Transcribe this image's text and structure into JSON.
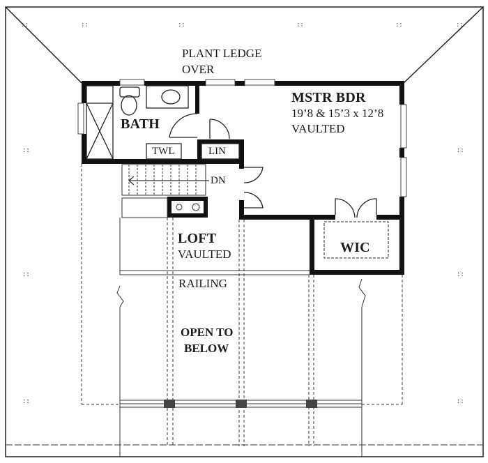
{
  "plan": {
    "type": "floor plan - upper level",
    "colors": {
      "wall": "#111111",
      "line": "#222222",
      "dashed": "#333333",
      "background": "#ffffff"
    }
  },
  "notes": {
    "plant_ledge_line1": "PLANT LEDGE",
    "plant_ledge_line2": "OVER",
    "railing": "RAILING",
    "open_to_below_line1": "OPEN TO",
    "open_to_below_line2": "BELOW"
  },
  "rooms": {
    "bath": {
      "name": "BATH"
    },
    "towel": {
      "name": "TWL"
    },
    "linen": {
      "name": "LIN"
    },
    "stairs": {
      "label": "DN"
    },
    "master_bedroom": {
      "name": "MSTR BDR",
      "dimensions": "19’8 & 15’3 x 12’8",
      "ceiling": "VAULTED"
    },
    "loft": {
      "name": "LOFT",
      "ceiling": "VAULTED"
    },
    "walk_in_closet": {
      "name": "WIC"
    }
  }
}
